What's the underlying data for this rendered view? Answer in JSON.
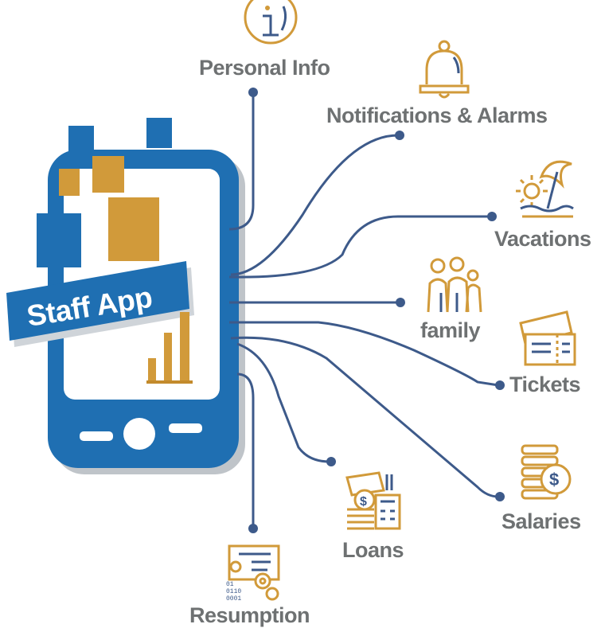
{
  "app": {
    "title": "Staff App",
    "colors": {
      "blue": "#1f6fb2",
      "gold": "#d19a3a",
      "line": "#3d5a8a",
      "text": "#6e7172"
    }
  },
  "features": [
    {
      "id": "personal-info",
      "label": "Personal Info",
      "icon": "info-icon"
    },
    {
      "id": "notifications",
      "label": "Notifications & Alarms",
      "icon": "bell-icon"
    },
    {
      "id": "vacations",
      "label": "Vacations",
      "icon": "beach-umbrella-icon"
    },
    {
      "id": "family",
      "label": "family",
      "icon": "family-icon"
    },
    {
      "id": "tickets",
      "label": "Tickets",
      "icon": "ticket-icon"
    },
    {
      "id": "salaries",
      "label": "Salaries",
      "icon": "coins-icon"
    },
    {
      "id": "loans",
      "label": "Loans",
      "icon": "calculator-icon"
    },
    {
      "id": "resumption",
      "label": "Resumption",
      "icon": "document-gears-icon"
    }
  ]
}
